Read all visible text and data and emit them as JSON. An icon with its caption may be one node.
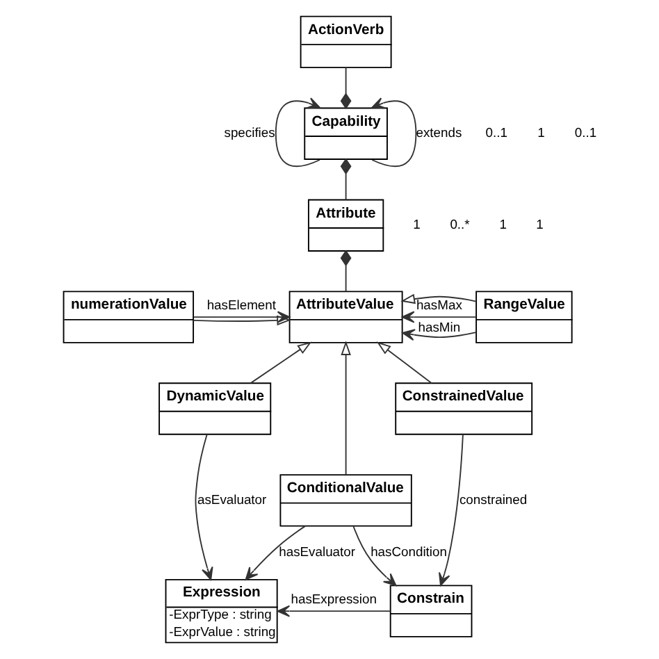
{
  "diagram": {
    "nodes": [
      {
        "text": [
          "ActionVerb"
        ]
      },
      {
        "text": [
          "Capability"
        ]
      },
      {
        "text": [
          "Attribute"
        ]
      },
      {
        "text": [
          "AttributeValue"
        ]
      },
      {
        "text": [
          "numerationValue"
        ]
      },
      {
        "text": [
          "RangeValue"
        ]
      },
      {
        "text": [
          "DynamicValue"
        ]
      },
      {
        "text": [
          "ConstrainedValue"
        ]
      },
      {
        "text": [
          "ConditionalValue"
        ]
      },
      {
        "text": [
          "Expression",
          "-ExprType : string",
          "-ExprValue : string"
        ]
      },
      {
        "text": [
          "Constrain"
        ]
      }
    ],
    "edges": [
      {
        "from": 1,
        "to": 0,
        "arrow": "other"
      },
      {
        "from": 1,
        "to": 1,
        "arrow": "to",
        "label": "specifies"
      },
      {
        "from": 1,
        "to": 1,
        "arrow": "to",
        "label": "extends"
      },
      {
        "from": 1,
        "to": 2,
        "arrow": "other"
      },
      {
        "from": 2,
        "to": 3,
        "arrow": "other"
      },
      {
        "from": 4,
        "to": 3,
        "arrow": "to",
        "label": "hasElement"
      },
      {
        "from": 4,
        "to": 3,
        "arrow": "to"
      },
      {
        "from": 5,
        "to": 3,
        "arrow": "to",
        "label": "hasMax"
      },
      {
        "from": 5,
        "to": 3,
        "arrow": "to",
        "label": "hasMin"
      },
      {
        "from": 5,
        "to": 3,
        "arrow": "to"
      },
      {
        "from": 6,
        "to": 3,
        "arrow": "to"
      },
      {
        "from": 8,
        "to": 3,
        "arrow": "to"
      },
      {
        "from": 7,
        "to": 3,
        "arrow": "to"
      },
      {
        "from": 6,
        "to": 9,
        "arrow": "to",
        "label": "asEvaluator"
      },
      {
        "from": 7,
        "to": 10,
        "arrow": "to",
        "label": "constrained"
      },
      {
        "from": 8,
        "to": 9,
        "arrow": "to",
        "label": "hasEvaluator"
      },
      {
        "from": 8,
        "to": 10,
        "arrow": "to",
        "label": "hasCondition"
      },
      {
        "from": 10,
        "to": 9,
        "arrow": "to",
        "label": "hasExpression"
      }
    ],
    "labels": [
      "0..1",
      "1",
      "0..1",
      "1",
      "0..*",
      "1",
      "1"
    ]
  }
}
